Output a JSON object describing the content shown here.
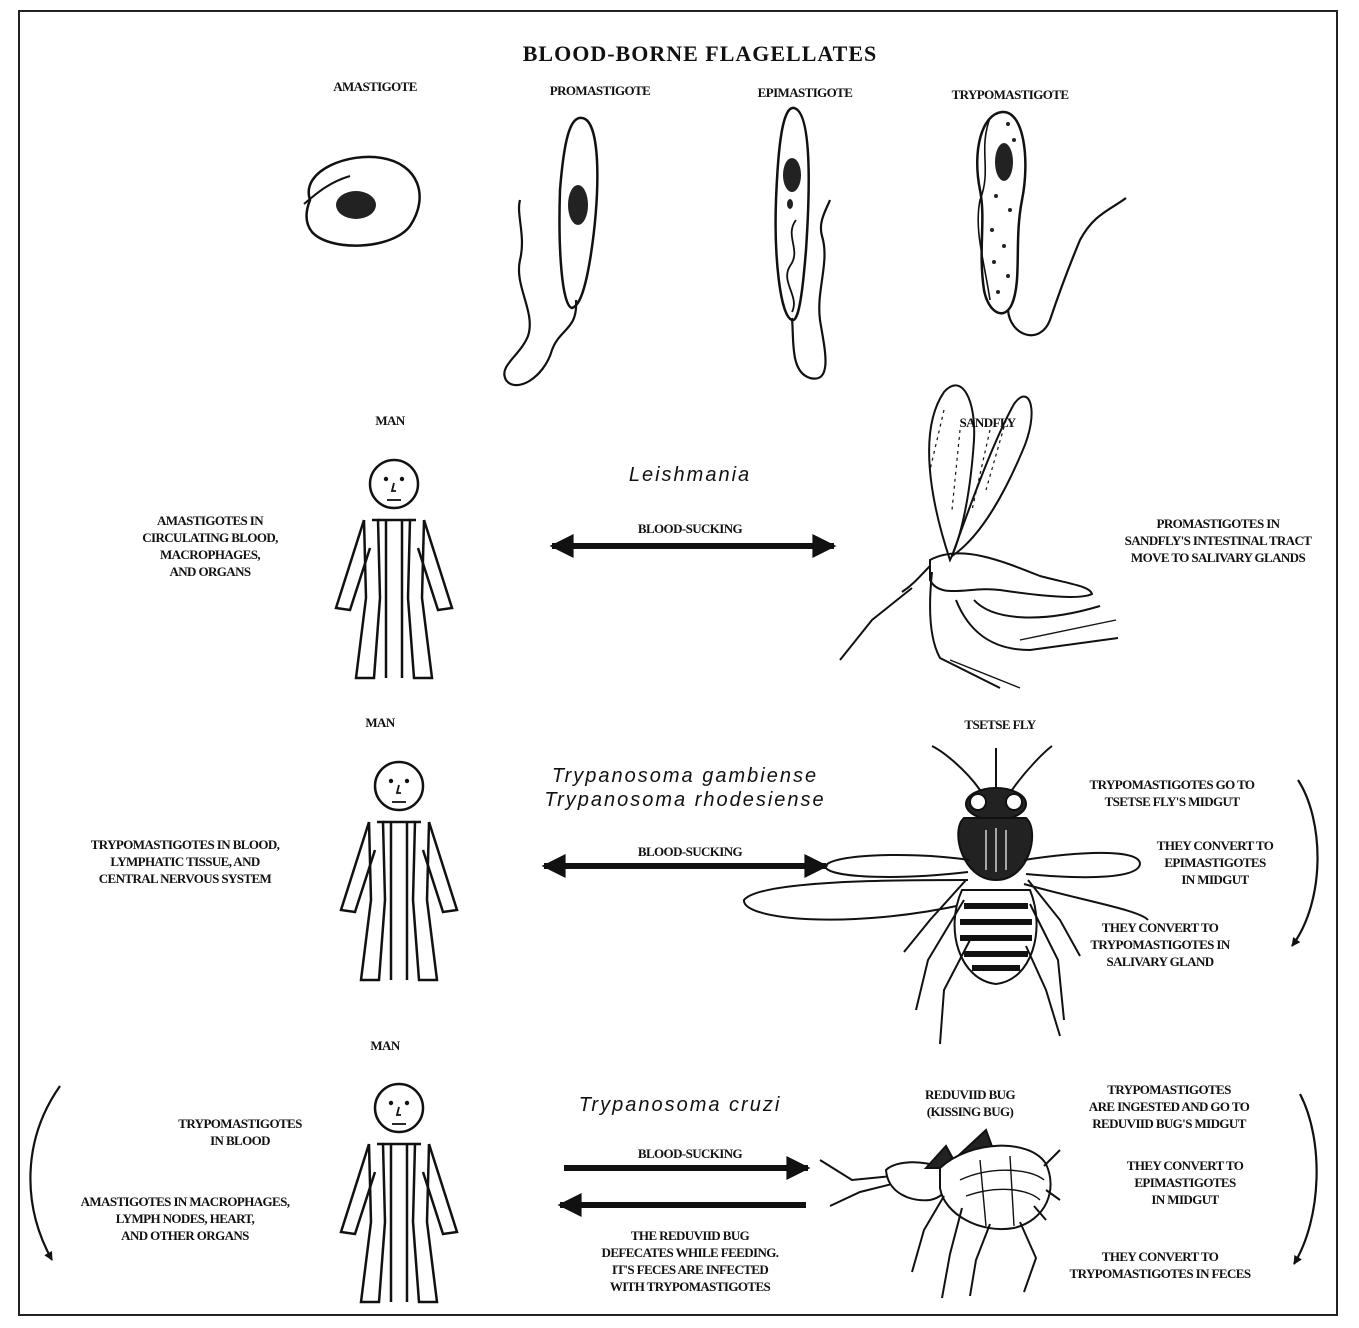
{
  "title": "BLOOD-BORNE  FLAGELLATES",
  "forms": {
    "amastigote": "AMASTIGOTE",
    "promastigote": "PROMASTIGOTE",
    "epimastigote": "EPIMASTIGOTE",
    "trypomastigote": "TRYPOMASTIGOTE"
  },
  "leishmania": {
    "host_label": "MAN",
    "host_note": "AMASTIGOTES IN\nCIRCULATING BLOOD,\nMACROPHAGES,\nAND ORGANS",
    "species": "Leishmania",
    "transmission": "BLOOD-SUCKING",
    "vector_label": "SANDFLY",
    "vector_note": "PROMASTIGOTES IN\nSANDFLY'S INTESTINAL TRACT\nMOVE TO SALIVARY GLANDS"
  },
  "african": {
    "host_label": "MAN",
    "host_note": "TRYPOMASTIGOTES IN BLOOD,\nLYMPHATIC TISSUE, AND\nCENTRAL NERVOUS SYSTEM",
    "species_1": "Trypanosoma  gambiense",
    "species_2": "Trypanosoma  rhodesiense",
    "transmission": "BLOOD-SUCKING",
    "vector_label": "TSETSE FLY",
    "vector_note_1": "TRYPOMASTIGOTES GO TO\nTSETSE FLY'S MIDGUT",
    "vector_note_2": "THEY CONVERT TO\nEPIMASTIGOTES\nIN MIDGUT",
    "vector_note_3": "THEY CONVERT TO\nTRYPOMASTIGOTES IN\nSALIVARY GLAND"
  },
  "cruzi": {
    "host_label": "MAN",
    "host_note_1": "TRYPOMASTIGOTES\nIN BLOOD",
    "host_note_2": "AMASTIGOTES IN MACROPHAGES,\nLYMPH NODES, HEART,\nAND OTHER ORGANS",
    "species": "Trypanosoma  cruzi",
    "transmission": "BLOOD-SUCKING",
    "feces_note": "THE REDUVIID BUG\nDEFECATES WHILE FEEDING.\nIT'S FECES ARE INFECTED\nWITH TRYPOMASTIGOTES",
    "vector_label": "REDUVIID BUG\n(KISSING BUG)",
    "vector_note_1": "TRYPOMASTIGOTES\nARE INGESTED AND GO TO\nREDUVIID BUG'S MIDGUT",
    "vector_note_2": "THEY CONVERT TO\nEPIMASTIGOTES\nIN MIDGUT",
    "vector_note_3": "THEY CONVERT TO\nTRYPOMASTIGOTES IN FECES"
  }
}
